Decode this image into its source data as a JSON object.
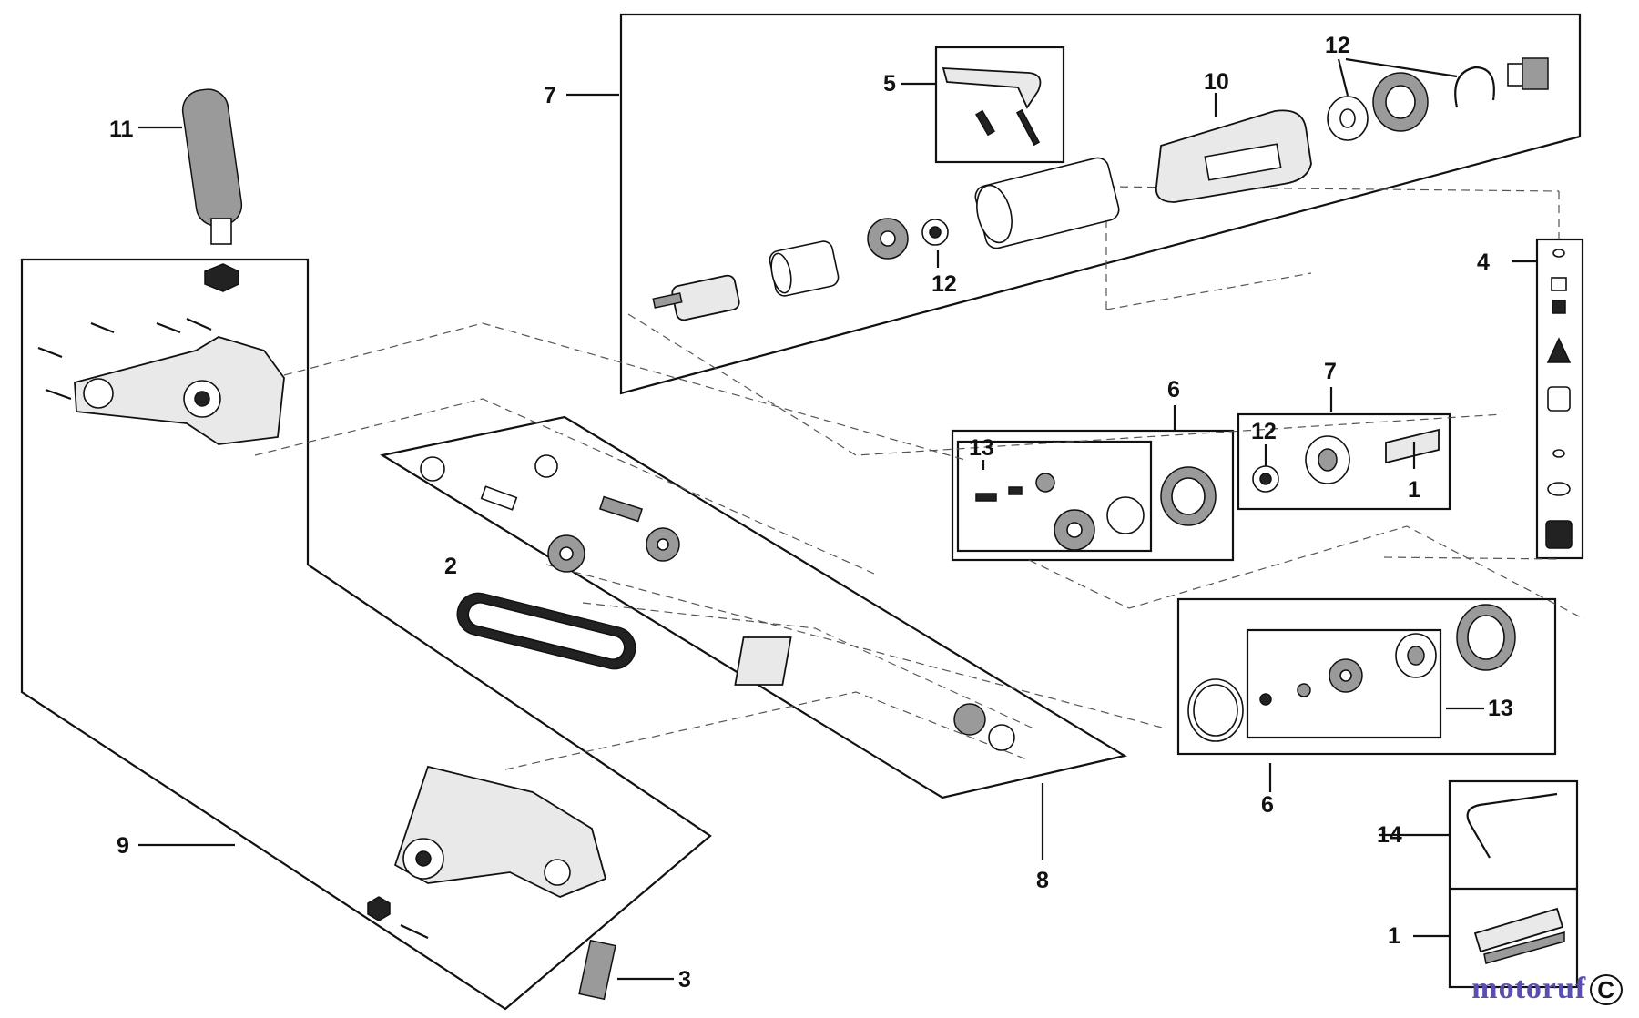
{
  "callouts": {
    "c1a": "1",
    "c1b": "1",
    "c2": "2",
    "c3": "3",
    "c4": "4",
    "c5": "5",
    "c6a": "6",
    "c6b": "6",
    "c7a": "7",
    "c7b": "7",
    "c8": "8",
    "c9": "9",
    "c10": "10",
    "c11": "11",
    "c12a": "12",
    "c12b": "12",
    "c12c": "12",
    "c13a": "13",
    "c13b": "13",
    "c14": "14"
  },
  "watermark": {
    "text": "motoruf",
    "mark": "C"
  }
}
